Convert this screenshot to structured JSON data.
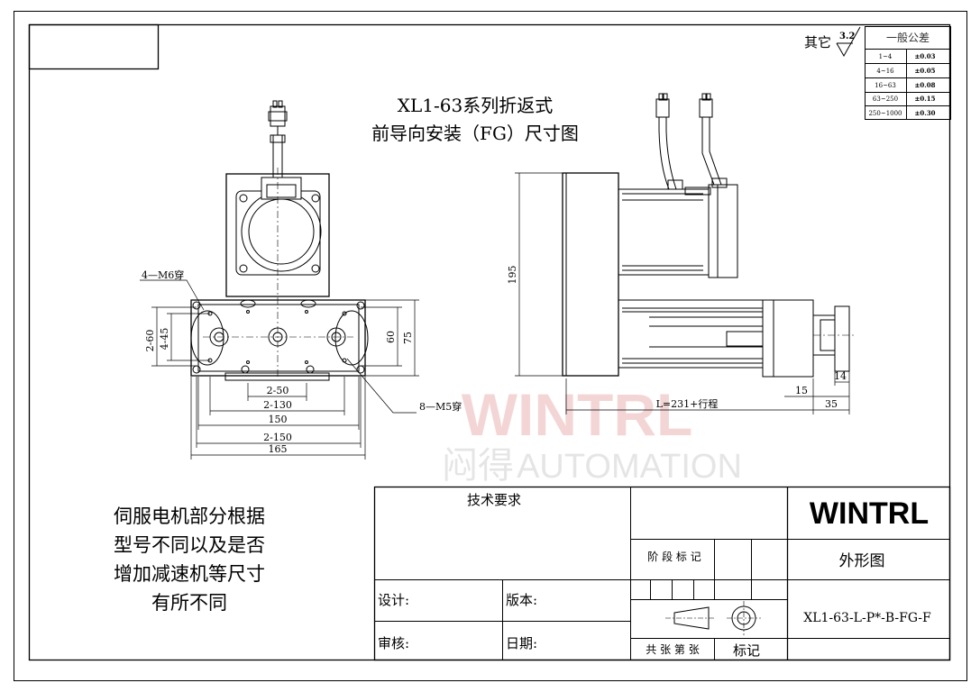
{
  "drawing": {
    "title_line1": "XL1-63系列折返式",
    "title_line2": "前导向安装（FG）尺寸图",
    "note_lines": [
      "伺服电机部分根据",
      "型号不同以及是否",
      "增加减速机等尺寸",
      "有所不同"
    ]
  },
  "roughness": {
    "label": "其它",
    "value": "3.2"
  },
  "tolerance": {
    "header": "一般公差",
    "rows": [
      {
        "range": "1~4",
        "tol": "±0.03"
      },
      {
        "range": "4~16",
        "tol": "±0.05"
      },
      {
        "range": "16~63",
        "tol": "±0.08"
      },
      {
        "range": "63~250",
        "tol": "±0.15"
      },
      {
        "range": "250~1000",
        "tol": "±0.30"
      }
    ]
  },
  "dimensions": {
    "holes_m6": "4—M6穿",
    "holes_m5": "8—M5穿",
    "d_2_60": "2-60",
    "d_4_45": "4-45",
    "d_60": "60",
    "d_75": "75",
    "d_2_50": "2-50",
    "d_2_130": "2-130",
    "d_150": "150",
    "d_2_150": "2-150",
    "d_165": "165",
    "d_195": "195",
    "d_L": "L=231+行程",
    "d_15": "15",
    "d_14": "14",
    "d_35": "35"
  },
  "watermark": {
    "brand": "WINTRL",
    "cn": "闷得",
    "en": "AUTOMATION"
  },
  "title_block": {
    "tech_req": "技术要求",
    "company": "WINTRL",
    "stage_label": "阶 段 标 记",
    "drawing_name": "外形图",
    "designer": "设计:",
    "version": "版本:",
    "reviewer": "审核:",
    "date": "日期:",
    "sheets": "共  张  第  张",
    "mark": "标记",
    "drawing_no": "XL1-63-L-P*-B-FG-F"
  }
}
